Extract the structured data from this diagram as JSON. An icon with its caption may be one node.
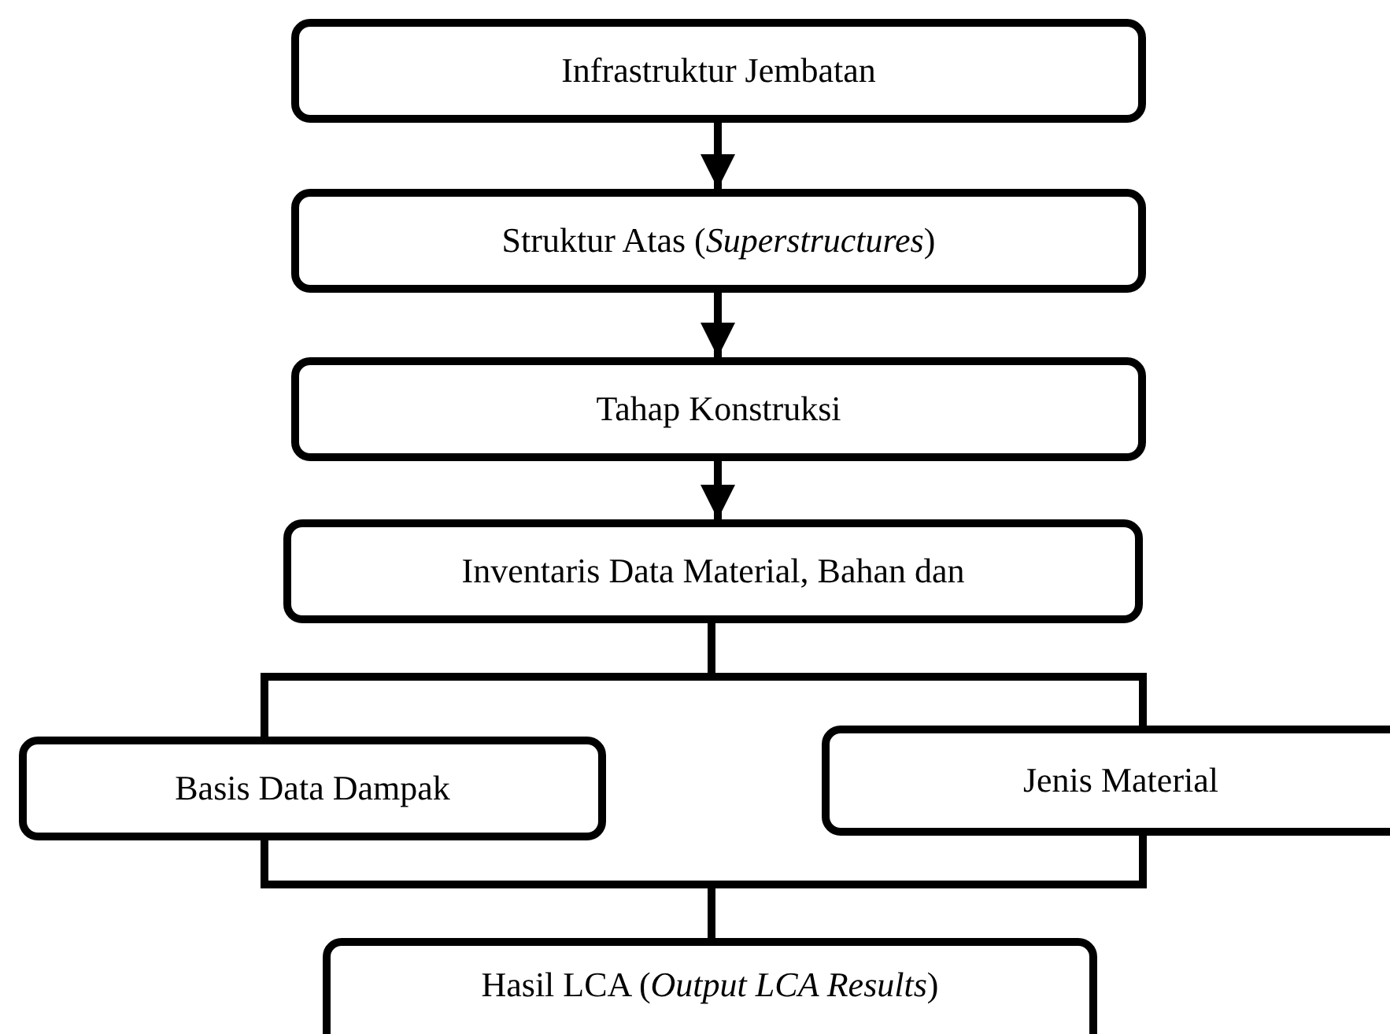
{
  "diagram": {
    "nodes": [
      {
        "text": [
          "Infrastruktur Jembatan"
        ]
      },
      {
        "text": [
          "Struktur Atas (*Superstructures*)"
        ]
      },
      {
        "text": [
          "Tahap Konstruksi"
        ]
      },
      {
        "text": [
          "Inventaris Data Material, Bahan dan"
        ]
      },
      {
        "text": [
          "Basis Data Dampak"
        ]
      },
      {
        "text": [
          "Jenis Material"
        ]
      },
      {
        "text": [
          "Hasil LCA (*Output LCA Results*)"
        ]
      }
    ],
    "edges": [
      {
        "from": 0,
        "to": 1,
        "arrow": "to"
      },
      {
        "from": 1,
        "to": 2,
        "arrow": "to"
      },
      {
        "from": 2,
        "to": 3,
        "arrow": "to"
      },
      {
        "from": 3,
        "to": 4,
        "arrow": "none"
      },
      {
        "from": 3,
        "to": 5,
        "arrow": "none"
      },
      {
        "from": 4,
        "to": 6,
        "arrow": "none"
      },
      {
        "from": 5,
        "to": 6,
        "arrow": "none"
      }
    ]
  }
}
